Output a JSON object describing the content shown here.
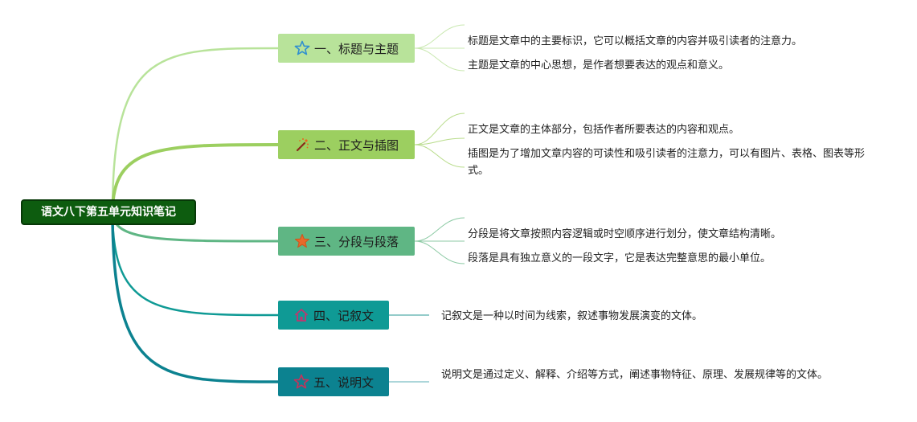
{
  "root": {
    "label": "语文八下第五单元知识笔记"
  },
  "branches": [
    {
      "label": "一、标题与主题",
      "icon": "star-outline-icon",
      "color": "#b8e39a",
      "leaves": [
        "标题是文章中的主要标识，它可以概括文章的内容并吸引读者的注意力。",
        "主题是文章的中心思想，是作者想要表达的观点和意义。"
      ]
    },
    {
      "label": "二、正文与插图",
      "icon": "magic-wand-icon",
      "color": "#9ccf60",
      "leaves": [
        "正文是文章的主体部分，包括作者所要表达的内容和观点。",
        "插图是为了增加文章内容的可读性和吸引读者的注意力，可以有图片、表格、图表等形式。"
      ]
    },
    {
      "label": "三、分段与段落",
      "icon": "star-filled-icon",
      "color": "#5fb684",
      "leaves": [
        "分段是将文章按照内容逻辑或时空顺序进行划分，使文章结构清晰。",
        "段落是具有独立意义的一段文字，它是表达完整意思的最小单位。"
      ]
    },
    {
      "label": "四、记叙文",
      "icon": "home-icon",
      "color": "#0f9a95",
      "leaves": [
        "记叙文是一种以时间为线索，叙述事物发展演变的文体。"
      ]
    },
    {
      "label": "五、说明文",
      "icon": "star-outline-red-icon",
      "color": "#0c8290",
      "leaves": [
        "说明文是通过定义、解释、介绍等方式，阐述事物特征、原理、发展规律等的文体。"
      ]
    }
  ]
}
